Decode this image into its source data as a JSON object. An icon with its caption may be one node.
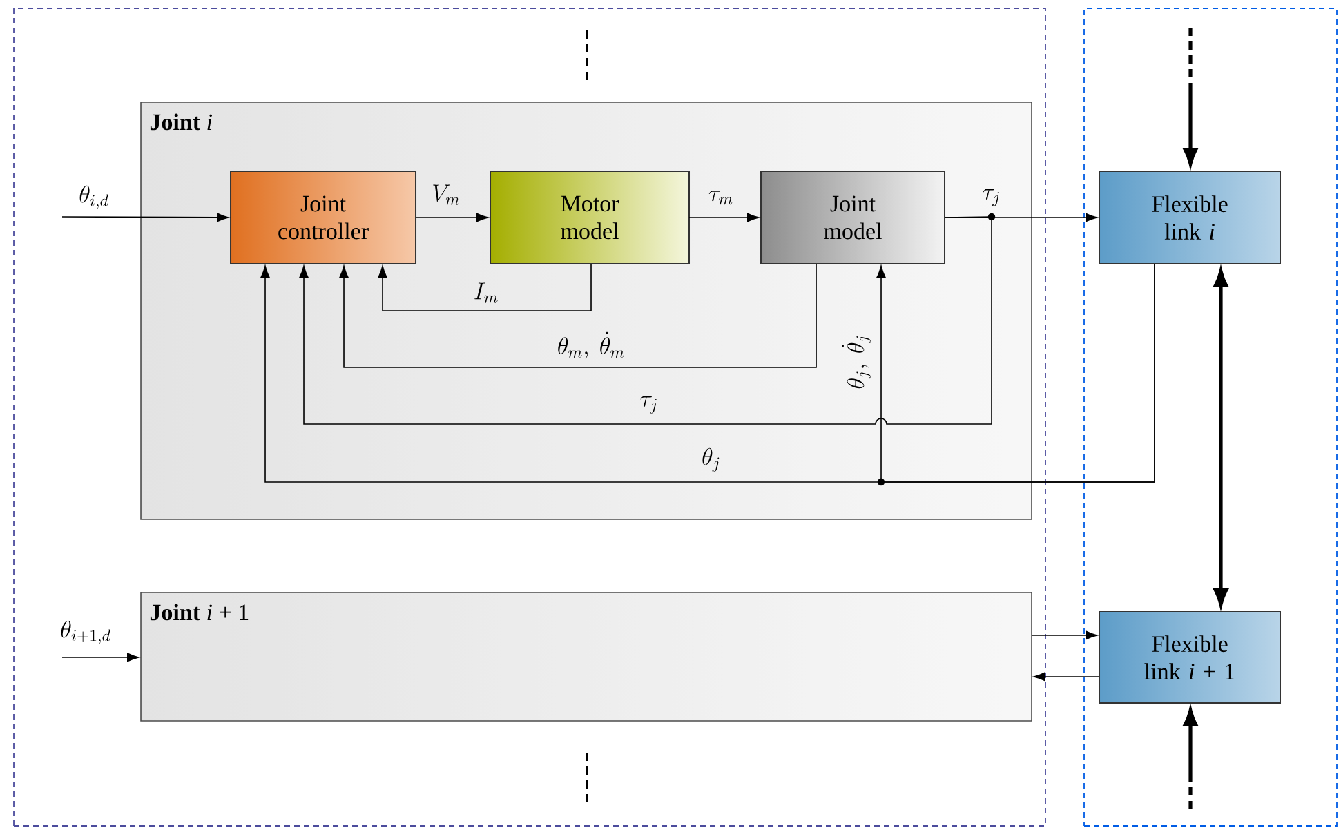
{
  "diagram": {
    "nodes": [
      {
        "text": [],
        "shape": "box"
      },
      {
        "text": [],
        "shape": "box"
      },
      {
        "text": [
          "**Joint** *i*"
        ],
        "in": 0
      },
      {
        "text": [
          "Joint controller"
        ],
        "in": 2
      },
      {
        "text": [
          "Motor model"
        ],
        "in": 2
      },
      {
        "text": [
          "Joint model"
        ],
        "in": 2
      },
      {
        "text": [
          "Flexible link *i*"
        ],
        "in": 1
      },
      {
        "text": [
          "**Joint** *i* + 1"
        ],
        "in": 0
      },
      {
        "text": [
          "Flexible link *i* + 1"
        ],
        "in": 1
      }
    ],
    "edges": [
      {
        "from": null,
        "to": 3,
        "arrow": "to",
        "label": "\\theta_{i,d}"
      },
      {
        "from": 3,
        "to": 4,
        "arrow": "to",
        "label": "V_m"
      },
      {
        "from": 4,
        "to": 5,
        "arrow": "to",
        "label": "\\tau_m"
      },
      {
        "from": 5,
        "to": 6,
        "arrow": "to",
        "label": "\\tau_j"
      },
      {
        "from": 4,
        "to": 3,
        "arrow": "to",
        "label": "I_m"
      },
      {
        "from": 5,
        "to": 3,
        "arrow": "to",
        "label": "\\theta_m,\\ \\dot{\\theta}_m"
      },
      {
        "from": 5,
        "to": 3,
        "arrow": "to",
        "label": "\\tau_j"
      },
      {
        "from": 6,
        "to": 3,
        "arrow": "to",
        "label": "\\theta_j"
      },
      {
        "from": 6,
        "to": 5,
        "arrow": "to",
        "label": "\\theta_j,\\ \\dot{\\theta}_j"
      },
      {
        "from": 6,
        "to": 8,
        "arrow": "both",
        "style": "thick"
      },
      {
        "from": null,
        "to": 6,
        "arrow": "to",
        "style": "thick"
      },
      {
        "from": null,
        "to": 8,
        "arrow": "to",
        "style": "thick"
      },
      {
        "from": 7,
        "to": 8,
        "arrow": "to"
      },
      {
        "from": 8,
        "to": 7,
        "arrow": "to"
      },
      {
        "from": null,
        "to": 7,
        "arrow": "to",
        "label": "\\theta_{i+1,d}"
      }
    ]
  }
}
